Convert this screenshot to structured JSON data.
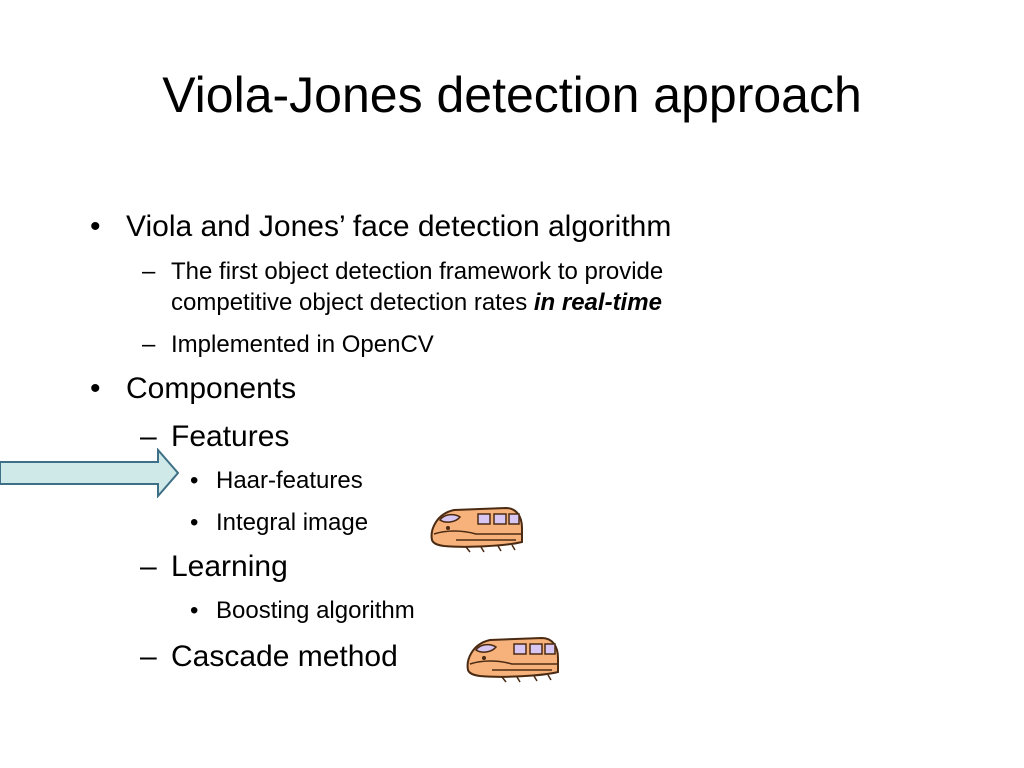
{
  "slide": {
    "title": "Viola-Jones detection approach",
    "bullets": [
      {
        "text": "Viola and Jones’ face detection algorithm",
        "subs": [
          {
            "text": "The first object detection framework to provide",
            "continuation": "competitive object detection rates",
            "emphasis": "in real-time"
          },
          {
            "text": "Implemented in OpenCV"
          }
        ]
      },
      {
        "text": "Components",
        "subs": [
          {
            "text": "Features",
            "items": [
              "Haar-features",
              "Integral image"
            ]
          },
          {
            "text": "Learning",
            "items": [
              "Boosting algorithm"
            ]
          },
          {
            "text": "Cascade method"
          }
        ]
      }
    ]
  },
  "glyphs": {
    "level1": "•",
    "level2": "–",
    "level3": "•"
  },
  "icons": {
    "arrow": {
      "name": "right-arrow-icon",
      "fill": "#cfe8e8",
      "stroke": "#3d6f86"
    },
    "train": {
      "name": "cartoon-train-icon",
      "body": "#f6b27a",
      "stroke": "#4a2a12",
      "window": "#d8c7f2"
    }
  }
}
